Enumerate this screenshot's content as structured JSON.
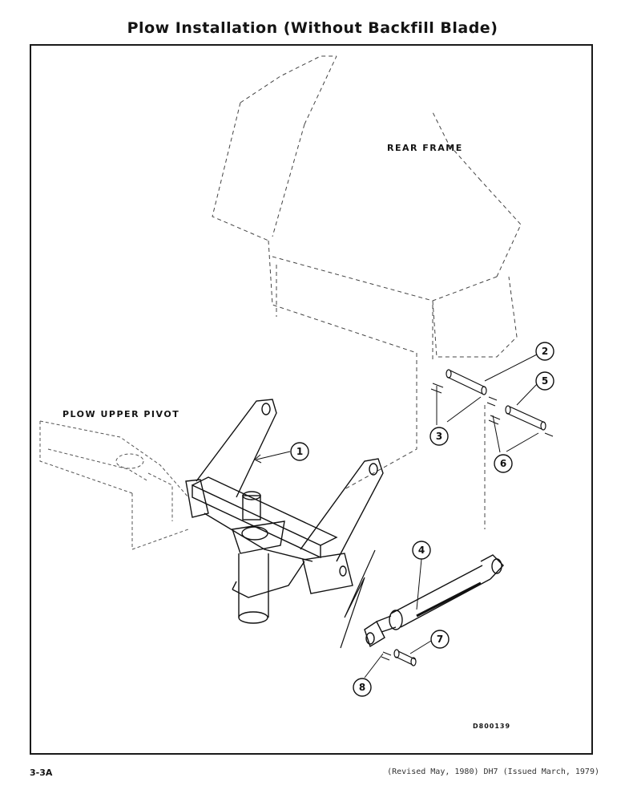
{
  "title": "Plow Installation (Without Backfill Blade)",
  "labels": {
    "rear_frame": "REAR FRAME",
    "plow_upper_pivot": "PLOW UPPER PIVOT"
  },
  "drawing_number": "D800139",
  "callouts": [
    "1",
    "2",
    "3",
    "4",
    "5",
    "6",
    "7",
    "8"
  ],
  "footer": {
    "page_number": "3-3A",
    "revision": "(Revised May, 1980) DH7 (Issued March, 1979)"
  }
}
